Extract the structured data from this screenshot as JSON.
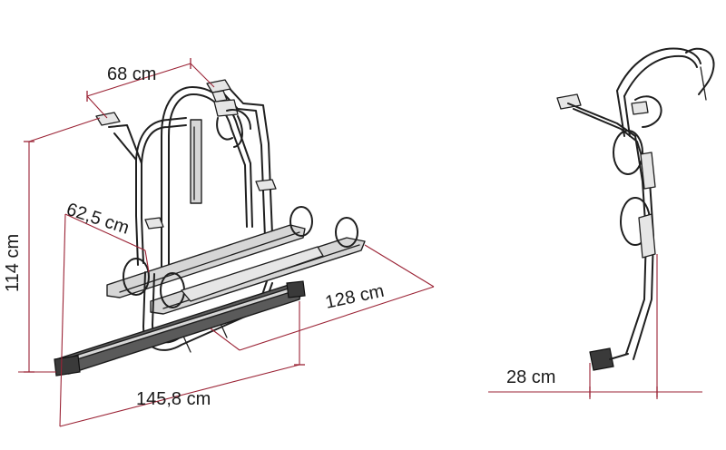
{
  "dimensions": {
    "width_top": "68 cm",
    "depth": "62,5 cm",
    "height": "114 cm",
    "rail_length": "128 cm",
    "total_width": "145,8 cm",
    "side_depth": "28 cm"
  },
  "colors": {
    "dimension_line": "#9b2335",
    "outline": "#1f1f1f",
    "text": "#1a1a1a"
  }
}
